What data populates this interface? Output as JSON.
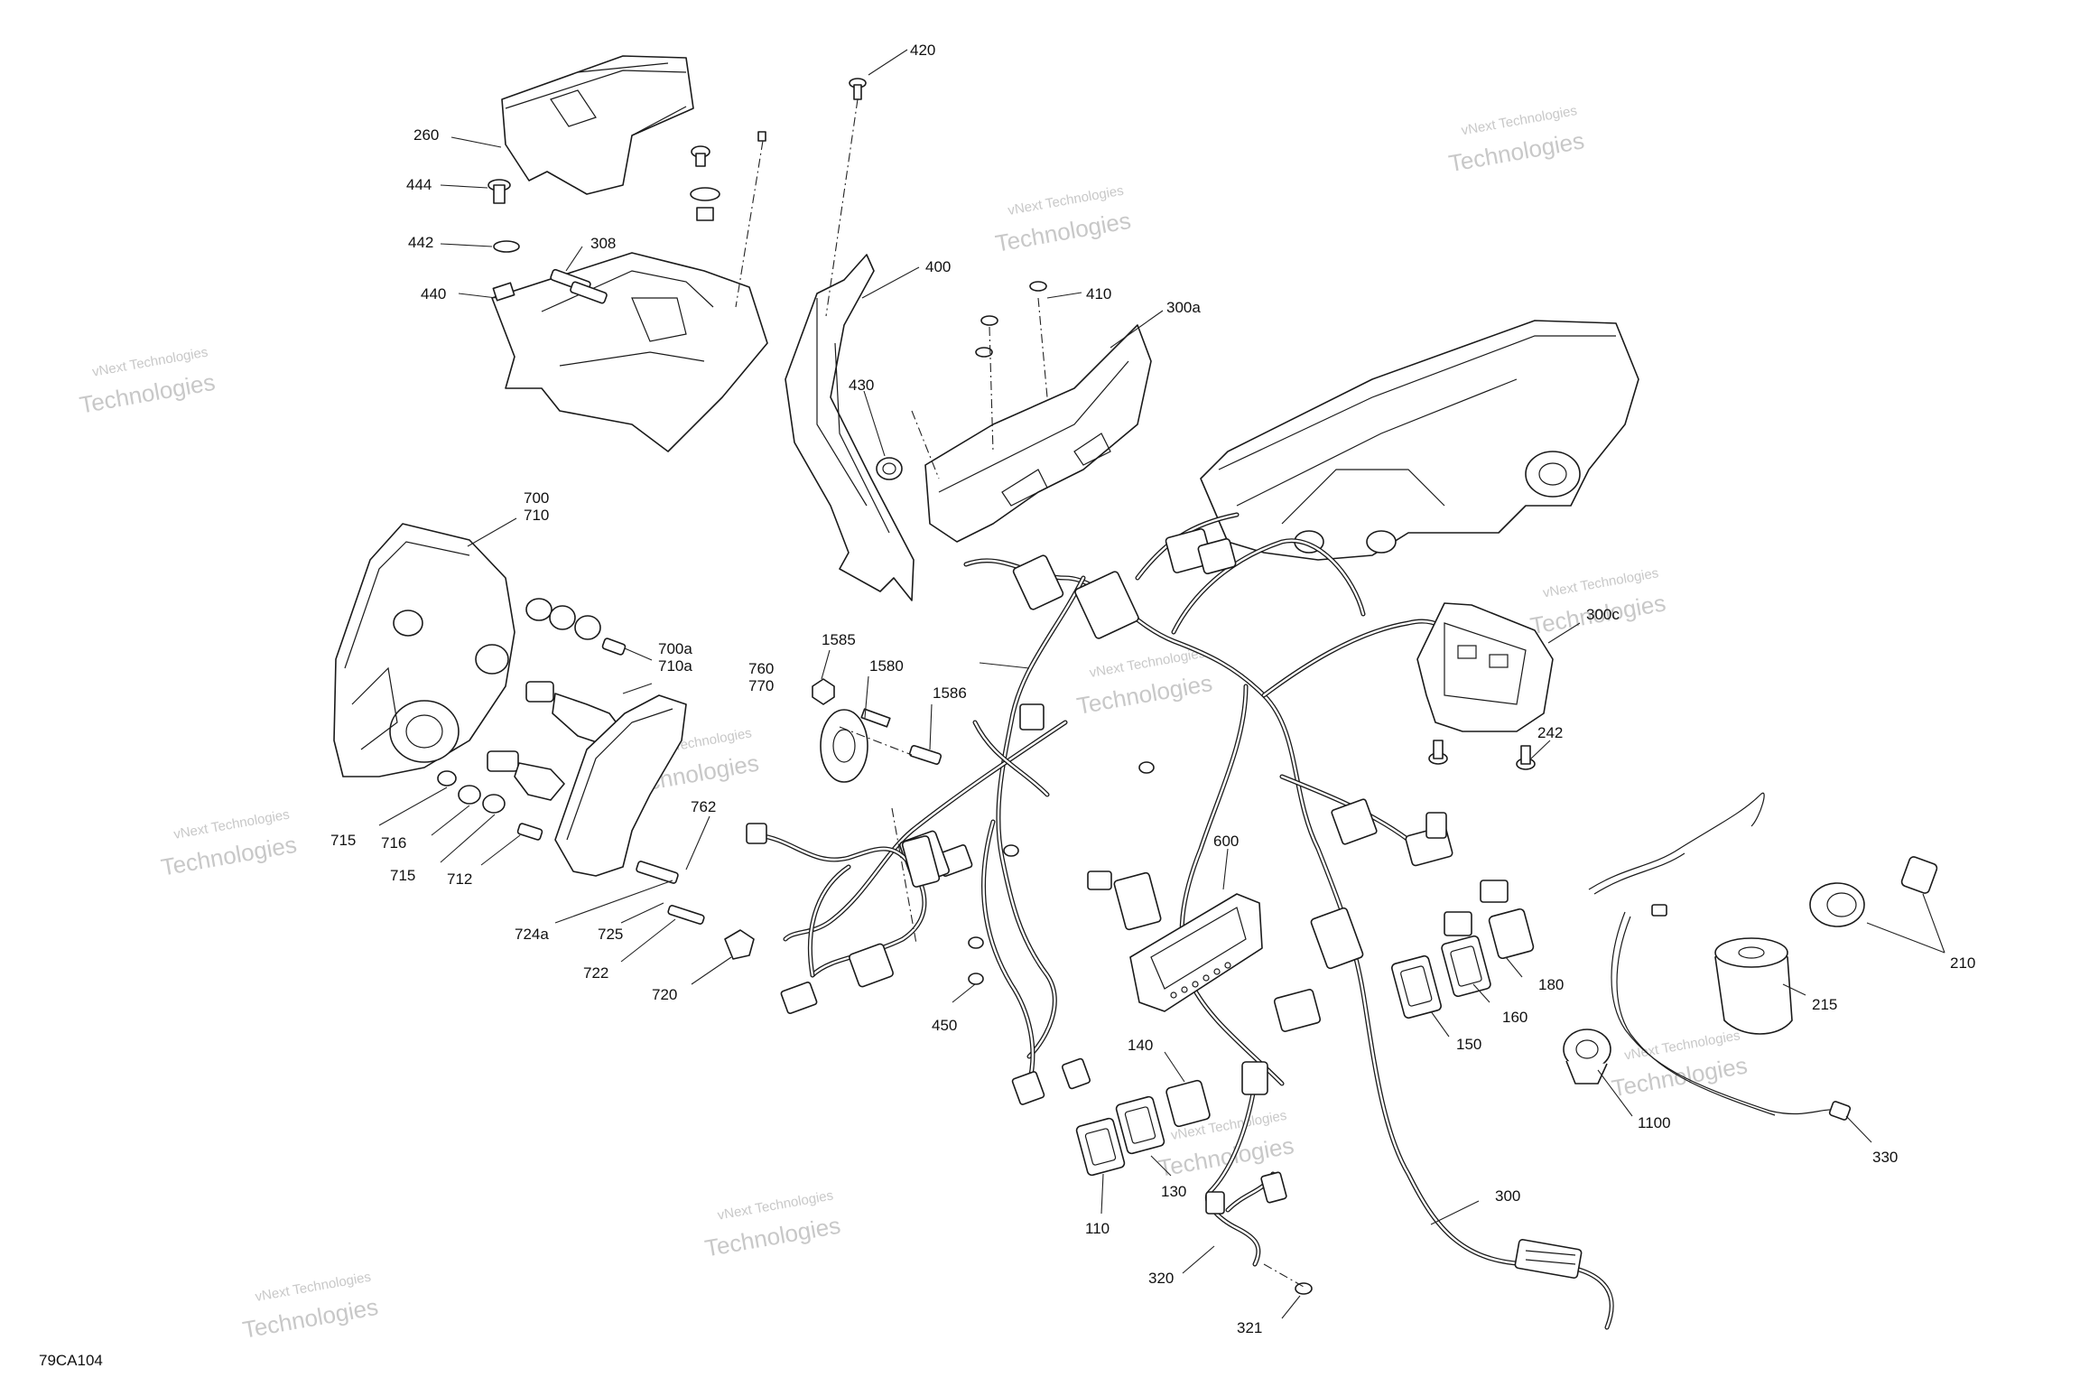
{
  "diagram": {
    "reference_code": "79CA104",
    "watermark": {
      "line1": "vNext Technologies",
      "line2": "Technologies"
    },
    "callouts": [
      {
        "id": "c260",
        "text": "260"
      },
      {
        "id": "c444",
        "text": "444"
      },
      {
        "id": "c442",
        "text": "442"
      },
      {
        "id": "c308",
        "text": "308"
      },
      {
        "id": "c440",
        "text": "440"
      },
      {
        "id": "c420",
        "text": "420"
      },
      {
        "id": "c400",
        "text": "400"
      },
      {
        "id": "c410",
        "text": "410"
      },
      {
        "id": "c300a",
        "text": "300a"
      },
      {
        "id": "c430",
        "text": "430"
      },
      {
        "id": "c700",
        "text": "700"
      },
      {
        "id": "c710",
        "text": "710"
      },
      {
        "id": "c700a",
        "text": "700a"
      },
      {
        "id": "c710a",
        "text": "710a"
      },
      {
        "id": "c760",
        "text": "760"
      },
      {
        "id": "c770",
        "text": "770"
      },
      {
        "id": "c1585",
        "text": "1585"
      },
      {
        "id": "c1580",
        "text": "1580"
      },
      {
        "id": "c1586",
        "text": "1586"
      },
      {
        "id": "c300c",
        "text": "300c"
      },
      {
        "id": "c242",
        "text": "242"
      },
      {
        "id": "c762",
        "text": "762"
      },
      {
        "id": "c715a",
        "text": "715"
      },
      {
        "id": "c716",
        "text": "716"
      },
      {
        "id": "c715b",
        "text": "715"
      },
      {
        "id": "c712",
        "text": "712"
      },
      {
        "id": "c724a",
        "text": "724a"
      },
      {
        "id": "c725",
        "text": "725"
      },
      {
        "id": "c722",
        "text": "722"
      },
      {
        "id": "c720",
        "text": "720"
      },
      {
        "id": "c600",
        "text": "600"
      },
      {
        "id": "c450",
        "text": "450"
      },
      {
        "id": "c180",
        "text": "180"
      },
      {
        "id": "c160",
        "text": "160"
      },
      {
        "id": "c150",
        "text": "150"
      },
      {
        "id": "c210",
        "text": "210"
      },
      {
        "id": "c215",
        "text": "215"
      },
      {
        "id": "c140",
        "text": "140"
      },
      {
        "id": "c1100",
        "text": "1100"
      },
      {
        "id": "c330",
        "text": "330"
      },
      {
        "id": "c130",
        "text": "130"
      },
      {
        "id": "c110",
        "text": "110"
      },
      {
        "id": "c300",
        "text": "300"
      },
      {
        "id": "c320",
        "text": "320"
      },
      {
        "id": "c321",
        "text": "321"
      }
    ]
  }
}
